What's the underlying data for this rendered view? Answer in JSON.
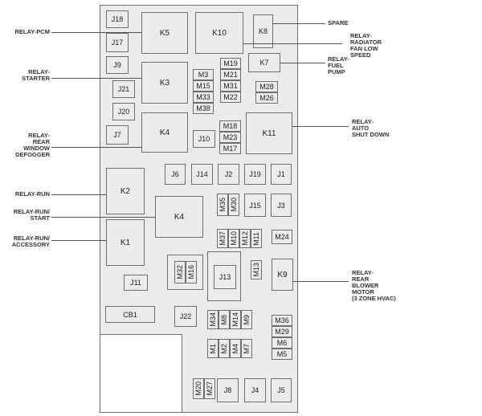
{
  "relays": {
    "K1": "K1",
    "K2": "K2",
    "K3": "K3",
    "K4a": "K4",
    "K4b": "K4",
    "K5": "K5",
    "K7": "K7",
    "K8": "K8",
    "K9": "K9",
    "K10": "K10",
    "K11": "K11"
  },
  "junctions": {
    "J1": "J1",
    "J2": "J2",
    "J3": "J3",
    "J4": "J4",
    "J5": "J5",
    "J6": "J6",
    "J7": "J7",
    "J8": "J8",
    "J9": "J9",
    "J10": "J10",
    "J11": "J11",
    "J13": "J13",
    "J14": "J14",
    "J15": "J15",
    "J17": "J17",
    "J18": "J18",
    "J19": "J19",
    "J20": "J20",
    "J21": "J21",
    "J22": "J22"
  },
  "fuses": {
    "M1": "M1",
    "M2": "M2",
    "M3": "M3",
    "M4": "M4",
    "M5": "M5",
    "M6": "M6",
    "M7": "M7",
    "M8": "M8",
    "M9": "M9",
    "M10": "M10",
    "M11": "M11",
    "M12": "M12",
    "M13": "M13",
    "M14": "M14",
    "M15": "M15",
    "M16": "M16",
    "M17": "M17",
    "M18": "M18",
    "M19": "M19",
    "M20": "M20",
    "M21": "M21",
    "M22": "M22",
    "M23": "M23",
    "M24": "M24",
    "M26": "M26",
    "M27": "M27",
    "M28": "M28",
    "M29": "M29",
    "M30": "M30",
    "M31": "M31",
    "M32": "M32",
    "M33": "M33",
    "M34": "M34",
    "M35": "M35",
    "M36": "M36",
    "M37": "M37",
    "M38": "M38"
  },
  "breakers": {
    "CB1": "CB1"
  },
  "labels": {
    "relay_pcm": [
      "RELAY-PCM"
    ],
    "relay_starter": [
      "RELAY-",
      "STARTER"
    ],
    "relay_rear_window_defogger": [
      "RELAY-",
      "REAR",
      "WINDOW",
      "DEFOGGER"
    ],
    "relay_run": [
      "RELAY-RUN"
    ],
    "relay_run_start": [
      "RELAY-RUN/",
      "START"
    ],
    "relay_run_accessory": [
      "RELAY-RUN/",
      "ACCESSORY"
    ],
    "spare": [
      "SPARE"
    ],
    "relay_radiator_fan_low_speed": [
      "RELAY-",
      "RADIATOR",
      "FAN LOW",
      "SPEED"
    ],
    "relay_fuel_pump": [
      "RELAY-",
      "FUEL",
      "PUMP"
    ],
    "relay_auto_shut_down": [
      "RELAY-",
      "AUTO",
      "SHUT DOWN"
    ],
    "relay_rear_blower_motor": [
      "RELAY-",
      "REAR",
      "BLOWER",
      "MOTOR",
      "(3 ZONE HVAC)"
    ]
  }
}
